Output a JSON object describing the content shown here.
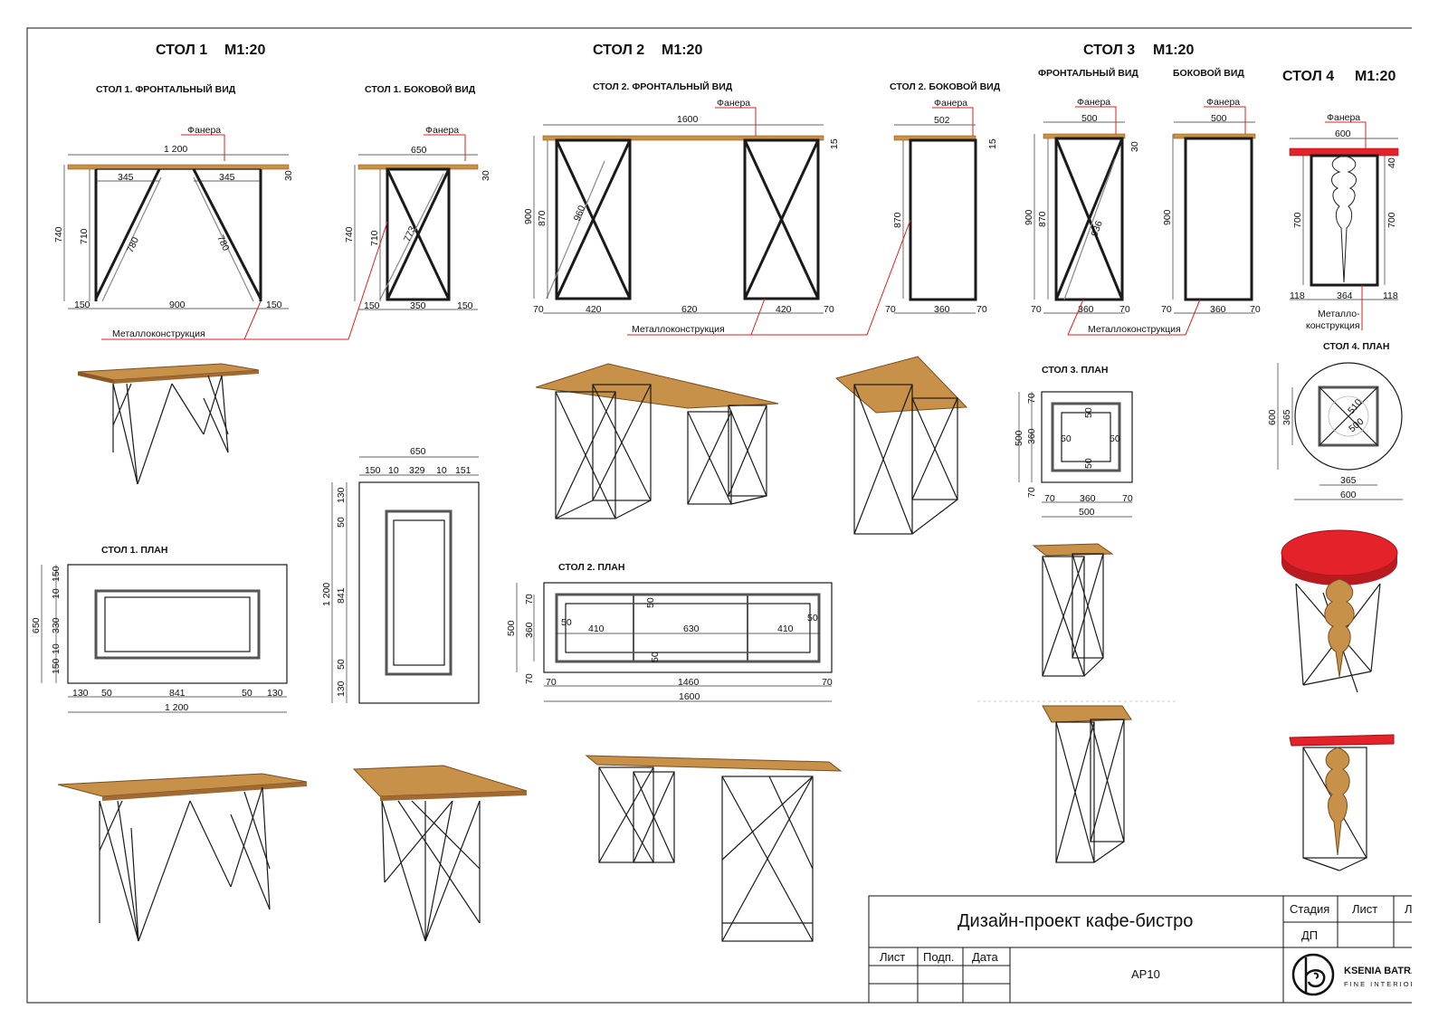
{
  "colors": {
    "plywood": "#c8914a",
    "plywood_edge": "#8a5a26",
    "red_top": "#e3222a",
    "leader": "#e0201d",
    "metal": "#1a1a1a"
  },
  "headers": {
    "t1": "СТОЛ 1",
    "t2": "СТОЛ 2",
    "t3": "СТОЛ 3",
    "t4": "СТОЛ 4",
    "scale": "М1:20"
  },
  "views": {
    "t1_front": "СТОЛ 1. ФРОНТАЛЬНЫЙ ВИД",
    "t1_side": "СТОЛ 1. БОКОВОЙ ВИД",
    "t2_front": "СТОЛ 2. ФРОНТАЛЬНЫЙ ВИД",
    "t2_side": "СТОЛ 2. БОКОВОЙ ВИД",
    "t3_front": "ФРОНТАЛЬНЫЙ ВИД",
    "t3_side": "БОКОВОЙ ВИД",
    "t1_plan": "СТОЛ 1. ПЛАН",
    "t2_plan": "СТОЛ 2. ПЛАН",
    "t3_plan": "СТОЛ 3. ПЛАН",
    "t4_plan": "СТОЛ 4. ПЛАН"
  },
  "labels": {
    "plywood": "Фанера",
    "metal": "Металлоконструкция",
    "metal4a": "Металло-",
    "metal4b": "конструкция"
  },
  "dims": {
    "t1f": {
      "w": "1 200",
      "a": "345",
      "b": "345",
      "h": "740",
      "h2": "710",
      "top": "30",
      "d1": "780",
      "d2": "780",
      "l": "150",
      "m": "900",
      "r": "150"
    },
    "t1s": {
      "w": "650",
      "h": "740",
      "h2": "710",
      "top": "30",
      "d": "773",
      "l": "150",
      "m": "350",
      "r": "150"
    },
    "t2f": {
      "w": "1600",
      "top": "15",
      "h": "900",
      "h2": "870",
      "d": "960",
      "e1": "70",
      "a": "420",
      "b": "620",
      "c": "420",
      "e2": "70"
    },
    "t2s": {
      "w": "502",
      "top": "15",
      "h": "870",
      "e1": "70",
      "m": "360",
      "e2": "70"
    },
    "t3f": {
      "w": "500",
      "top": "30",
      "h": "900",
      "h2": "870",
      "d": "936",
      "e1": "70",
      "m": "360",
      "e2": "70"
    },
    "t3s": {
      "w": "500",
      "h": "900",
      "e1": "70",
      "m": "360",
      "e2": "70"
    },
    "t4f": {
      "w": "600",
      "top": "40",
      "h": "700",
      "h2": "700",
      "l": "118",
      "m": "364",
      "r": "118"
    },
    "t1p": {
      "v1": "150",
      "v2": "10",
      "v3": "330",
      "v4": "10",
      "v5": "150",
      "vt": "650",
      "h1": "130",
      "h2": "50",
      "h3": "841",
      "h4": "50",
      "h5": "130",
      "ht": "1 200"
    },
    "t1p2": {
      "w": "650",
      "a": "150",
      "b": "10",
      "c": "329",
      "d": "10",
      "e": "151",
      "v1": "130",
      "v2": "50",
      "v3": "841",
      "v4": "50",
      "v5": "130",
      "vt": "1 200"
    },
    "t2p": {
      "v1": "70",
      "v2": "360",
      "v3": "70",
      "vt": "500",
      "in1": "50",
      "in2": "50",
      "in3": "50",
      "in4": "50",
      "a": "410",
      "b": "630",
      "c": "410",
      "e1": "70",
      "m": "1460",
      "e2": "70",
      "t": "1600"
    },
    "t3p": {
      "v1": "70",
      "v2": "360",
      "v3": "70",
      "vt": "500",
      "i1": "50",
      "i2": "50",
      "i3": "50",
      "i4": "50",
      "e1": "70",
      "m": "360",
      "e2": "70",
      "t": "500"
    },
    "t4p": {
      "v1": "365",
      "vt": "600",
      "d1": "510",
      "d2": "500",
      "m": "365",
      "t": "600"
    }
  },
  "titleblock": {
    "project": "Дизайн-проект кафе-бистро",
    "stage_h": "Стадия",
    "sheet_h": "Лист",
    "sheets_h": "Листов",
    "stage": "ДП",
    "col1": "Лист",
    "col2": "Подп.",
    "col3": "Дата",
    "code": "АР10",
    "brand": "KSENIA BATRAK",
    "brand_sub": "FINE INTERIORS"
  }
}
